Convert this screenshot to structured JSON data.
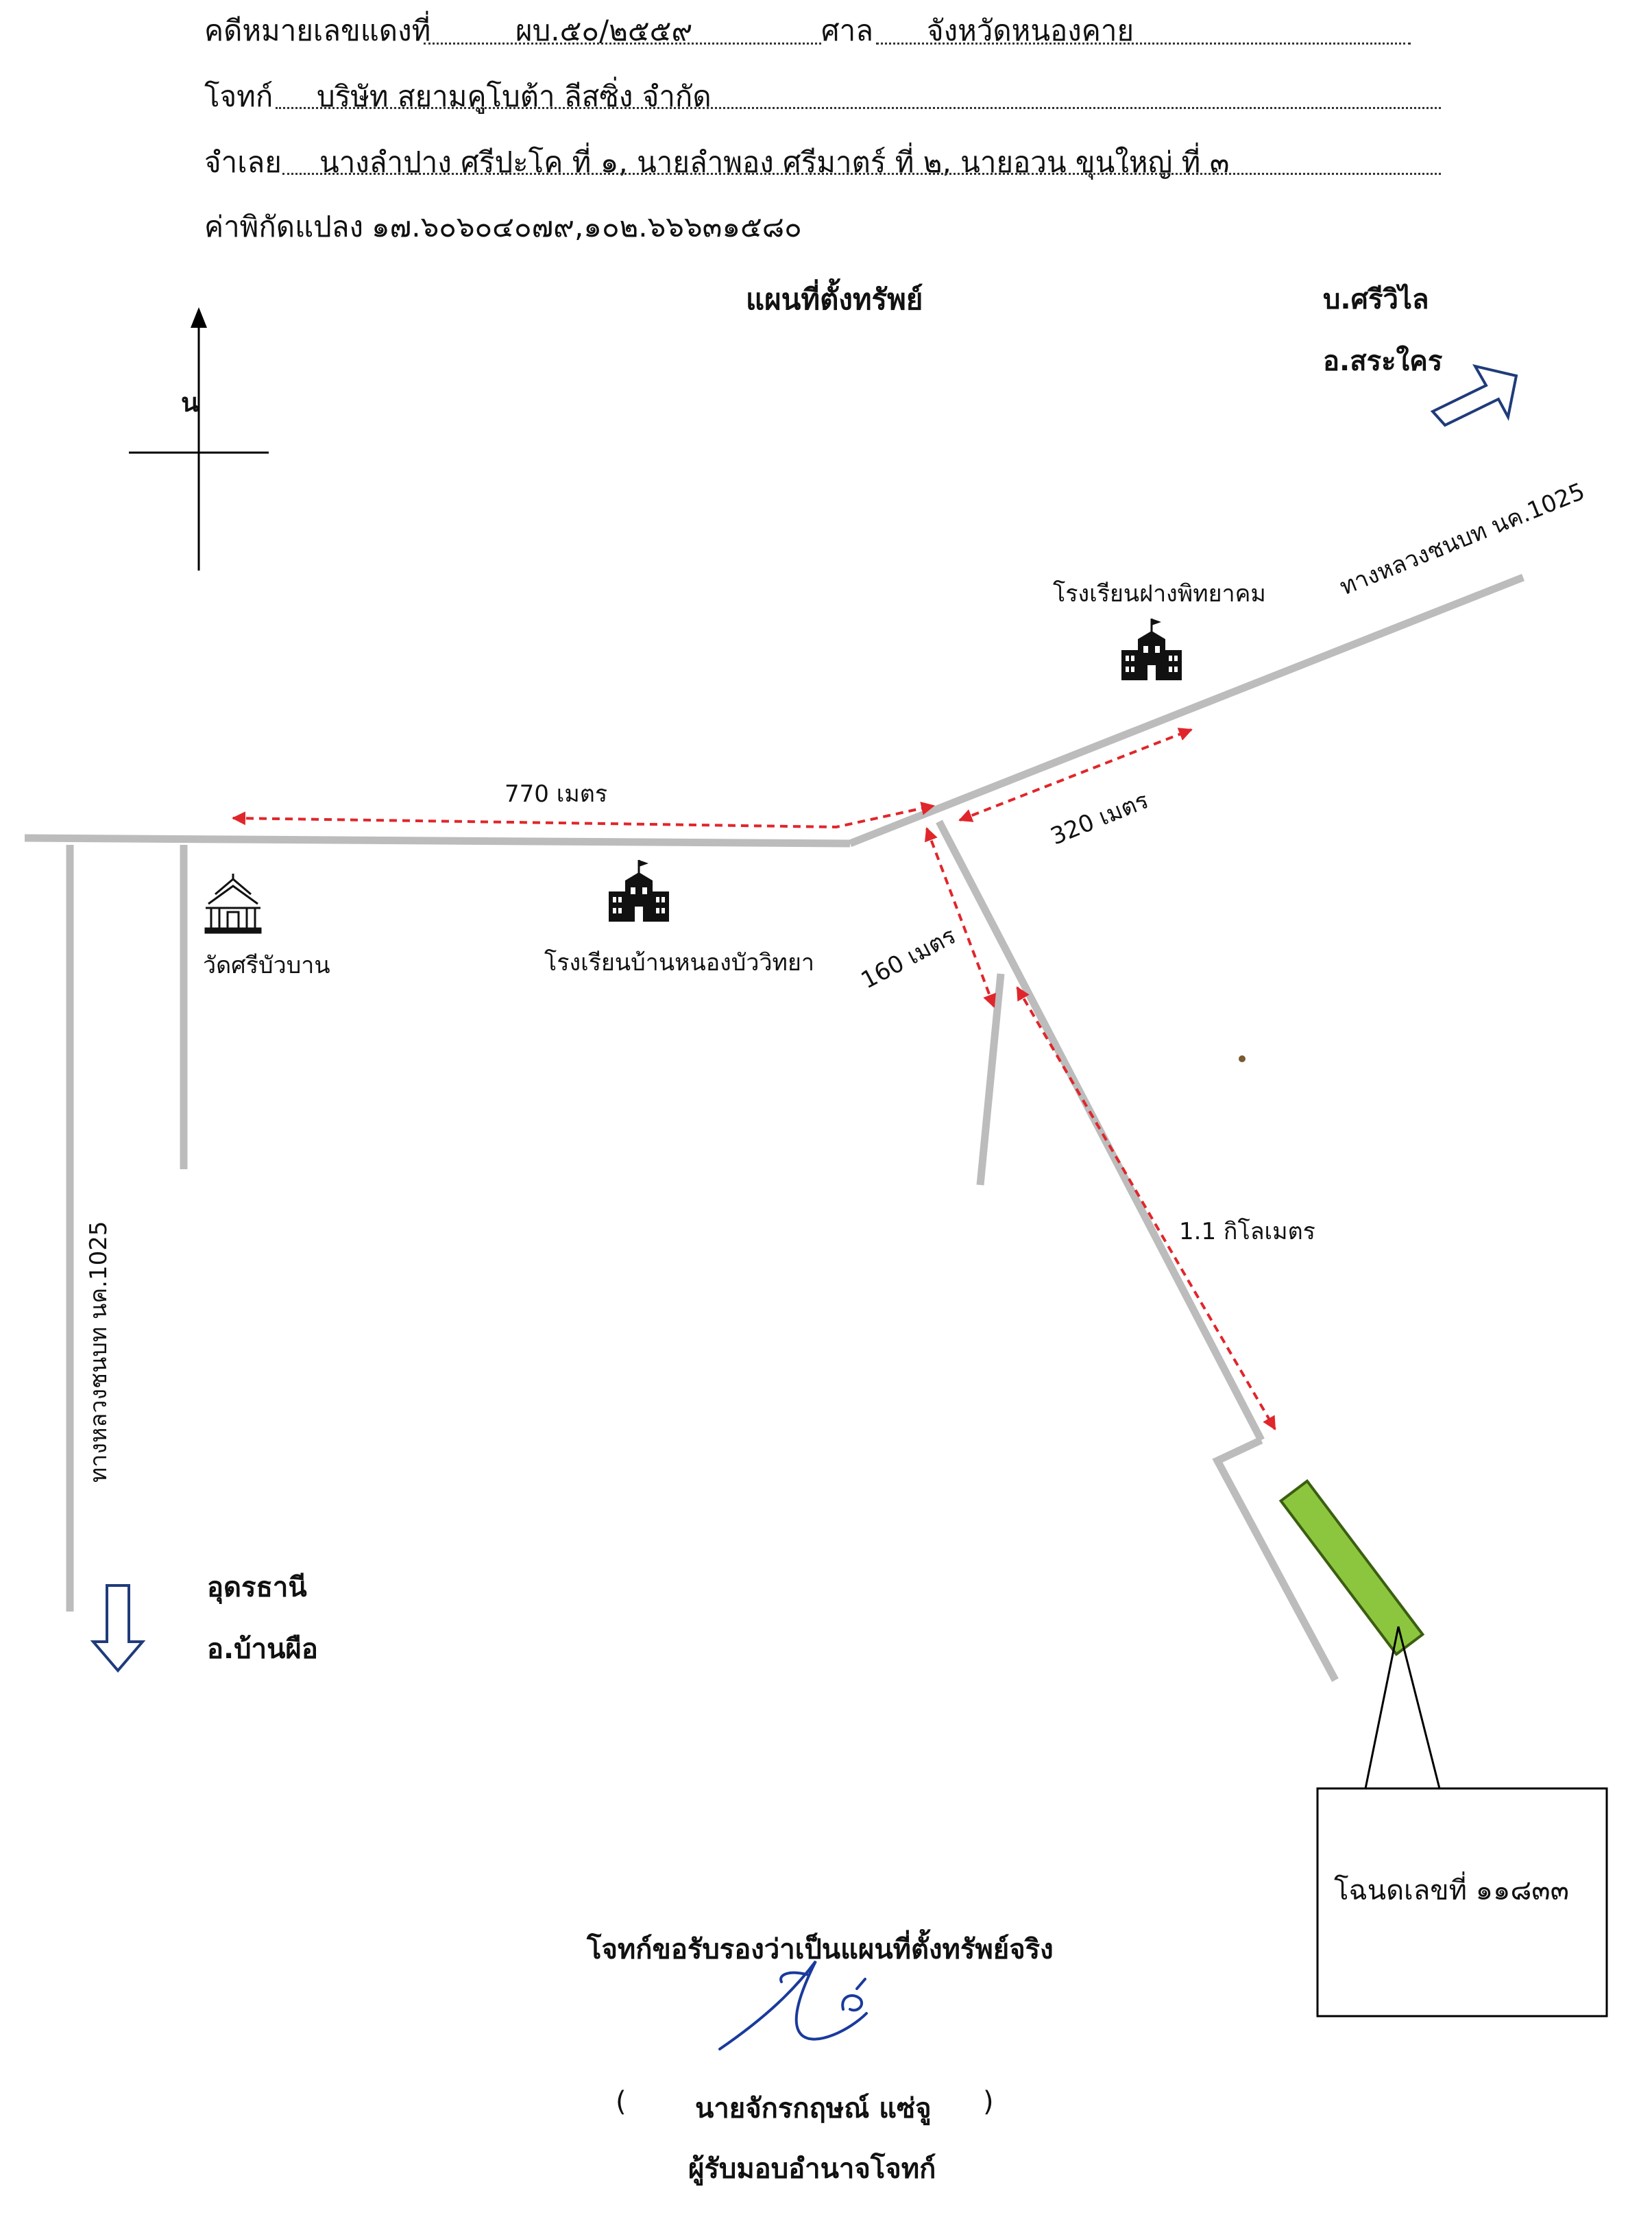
{
  "header": {
    "case_label": "คดีหมายเลขแดงที่",
    "case_number": "ผบ.๕๐/๒๕๕๙",
    "court_label": "ศาล",
    "court_name": "จังหวัดหนองคาย",
    "plaintiff_label": "โจทก์",
    "plaintiff_name": "บริษัท สยามคูโบต้า ลีสซิ่ง  จำกัด",
    "defendant_label": "จำเลย",
    "defendant_names": "นางลำปาง ศรีปะโค ที่ ๑, นายลำพอง ศรีมาตร์ ที่ ๒, นายอวน ขุนใหญ่ ที่ ๓",
    "coords_label": "ค่าพิกัดแปลง",
    "coords_value": "๑๗.๖๐๖๐๔๐๗๙,๑๐๒.๖๖๖๓๑๕๘๐"
  },
  "map": {
    "title": "แผนที่ตั้งทรัพย์",
    "north_label": "น",
    "ne_direction": [
      "บ.ศรีวิไล",
      "อ.สระใคร"
    ],
    "sw_direction": [
      "อุดรธานี",
      "อ.บ้านผือ"
    ],
    "road_label_ne": "ทางหลวงชนบท นค.1025",
    "road_label_w": "ทางหลวงชนบท นค.1025",
    "landmarks": {
      "school_phang": "โรงเรียนฝางพิทยาคม",
      "temple": "วัดศรีบัวบาน",
      "school_nongbua": "โรงเรียนบ้านหนองบัววิทยา"
    },
    "distances": {
      "west": "770 เมตร",
      "northeast": "320 เมตร",
      "south": "160 เมตร",
      "to_parcel": "1.1 กิโลเมตร"
    },
    "deed": "โฉนดเลขที่ ๑๑๘๓๓",
    "colors": {
      "road": "#bcbcbc",
      "distance": "#e0262b",
      "parcel": "#8cc63f",
      "arrow": "#1f3b7a"
    }
  },
  "footer": {
    "certify": "โจทก์ขอรับรองว่าเป็นแผนที่ตั้งทรัพย์จริง",
    "open_paren": "(",
    "signer": "นายจักรกฤษณ์ แซ่จู",
    "close_paren": ")",
    "role": "ผู้รับมอบอำนาจโจทก์"
  }
}
